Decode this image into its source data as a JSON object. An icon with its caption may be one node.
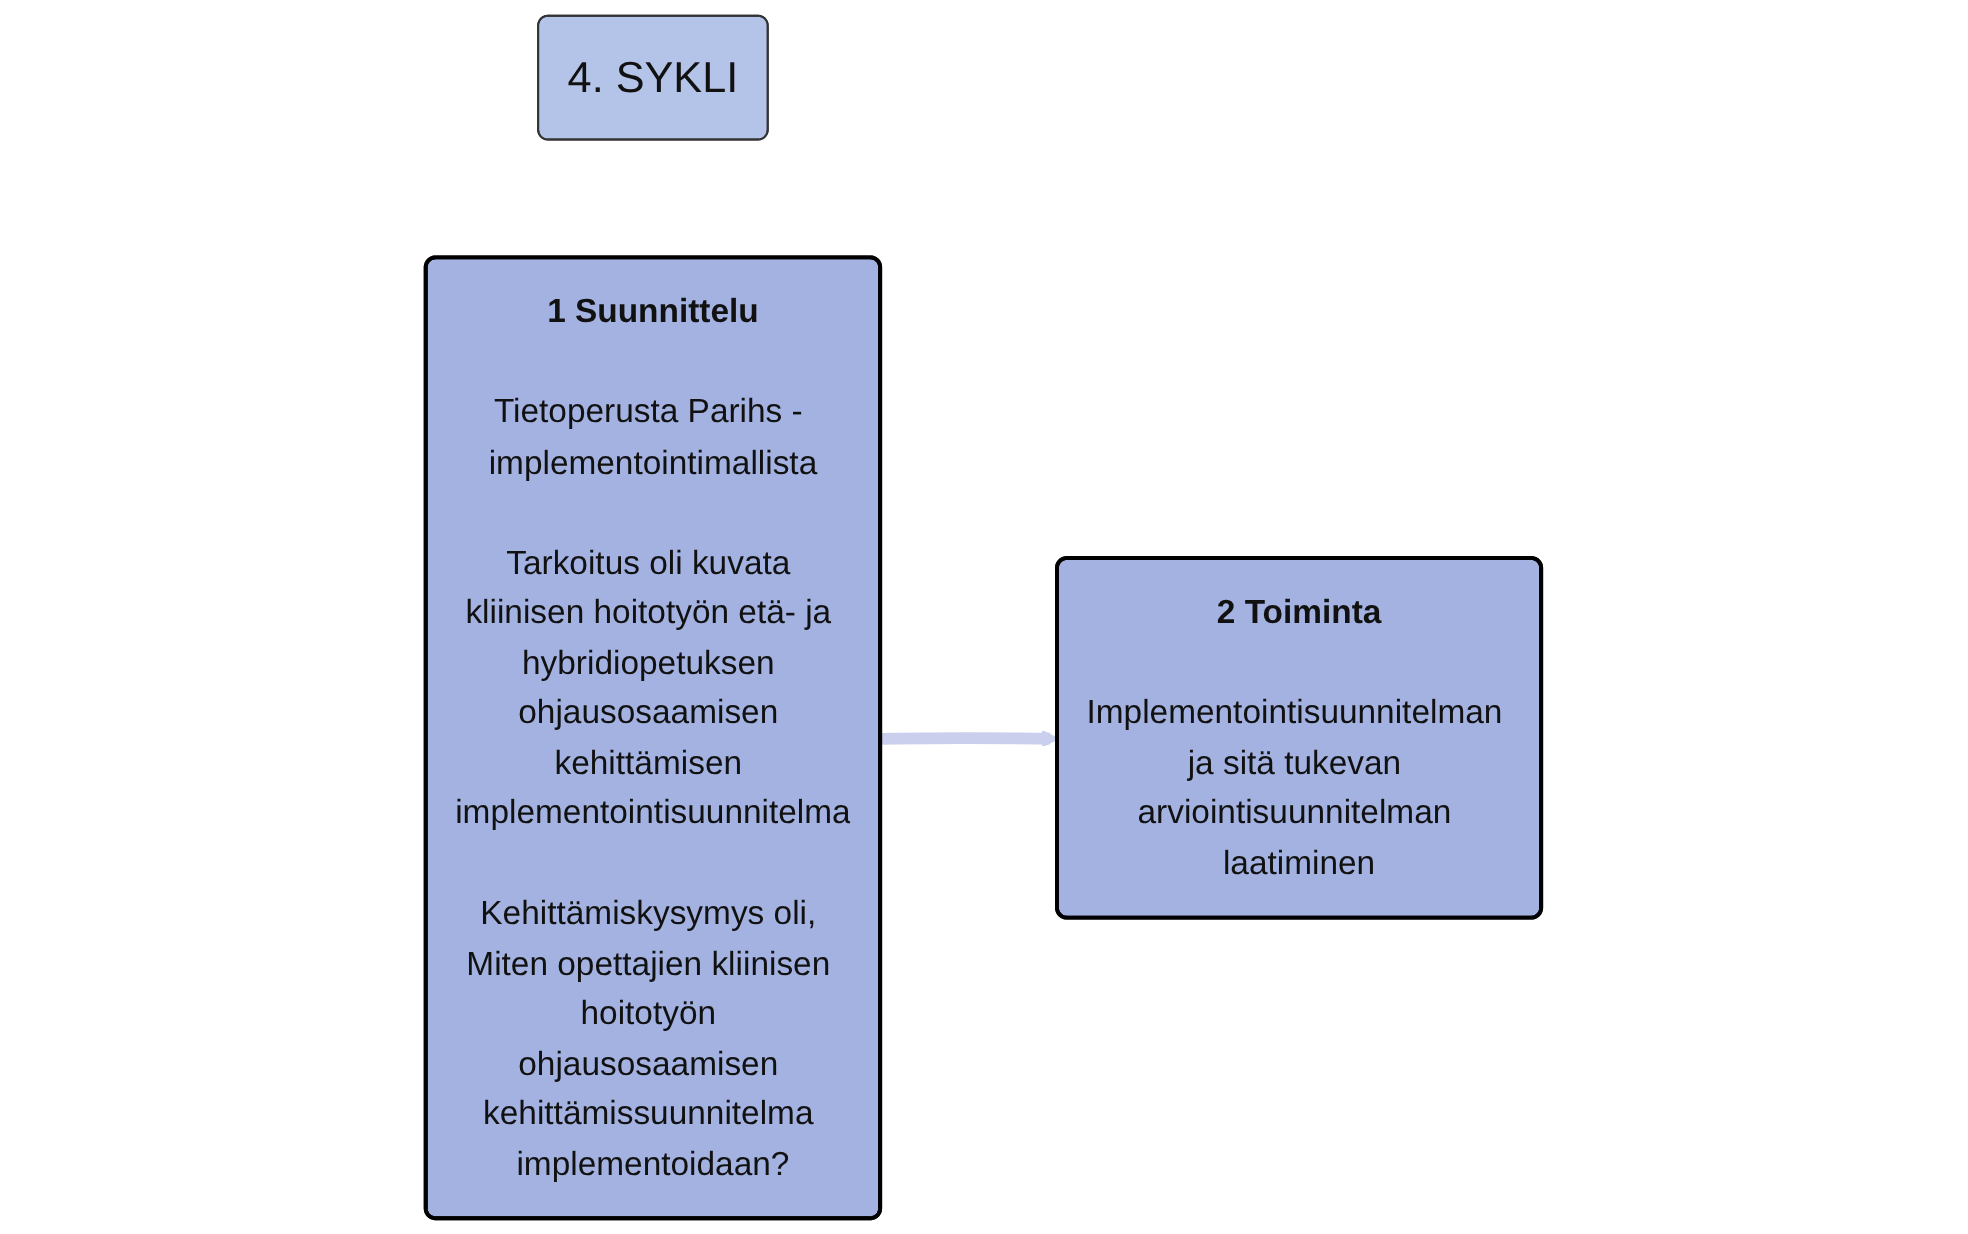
{
  "diagram": {
    "nodes": [
      {
        "text": [
          "4. SYKLI"
        ]
      },
      {
        "text": [
          "1 Suunnittelu",
          "Tietoperusta Parihs - implementointimallista",
          "Tarkoitus oli kuvata kliinisen hoitotyön etä- ja hybridiopetuksen ohjausosaamisen kehittämisen implementointisuunnitelma",
          "Kehittämiskysymys oli, Miten opettajien kliinisen hoitotyön ohjausosaamisen kehittämissuunnitelma implementoidaan?"
        ]
      },
      {
        "text": [
          "2 Toiminta",
          "Implementointisuunnitelman ja sitä tukevan arviointisuunnitelman laatiminen"
        ]
      }
    ],
    "edges": [
      {
        "from": 1,
        "to": 2,
        "arrow": "to"
      }
    ]
  }
}
